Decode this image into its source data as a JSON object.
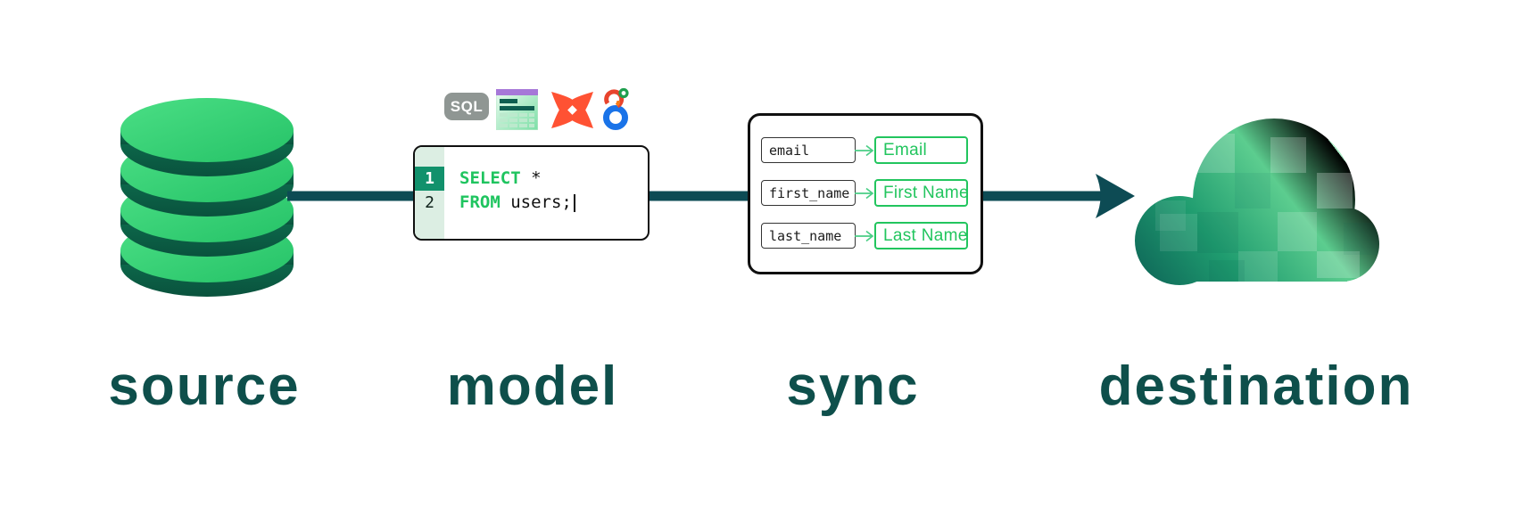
{
  "labels": {
    "source": "source",
    "model": "model",
    "sync": "sync",
    "destination": "destination"
  },
  "model_stack": {
    "sql_badge_label": "SQL",
    "icons": [
      "sql-badge",
      "spreadsheet-icon",
      "dbt-icon",
      "looker-icon"
    ],
    "code": {
      "line1": {
        "number": "1",
        "keyword": "SELECT",
        "rest": " *"
      },
      "line2": {
        "number": "2",
        "keyword": "FROM",
        "rest": " users;"
      }
    }
  },
  "sync_panel": {
    "rows": [
      {
        "source_field": "email",
        "destination_field": "Email"
      },
      {
        "source_field": "first_name",
        "destination_field": "First Name"
      },
      {
        "source_field": "last_name",
        "destination_field": "Last Name"
      }
    ]
  },
  "colors": {
    "flow_line": "#0d4b54",
    "stage_label": "#0e4f4b",
    "keyword_green": "#1fc45f",
    "sync_green": "#22c55e",
    "cylinder_green": "#2ccb6b",
    "cylinder_dark": "#0c6a4d",
    "gutter_highlight": "#12916c",
    "sql_badge_gray": "#8f9693",
    "dbt_orange": "#ff5233",
    "looker_blue": "#1a73e8",
    "sheets_purple": "#a678d8"
  }
}
